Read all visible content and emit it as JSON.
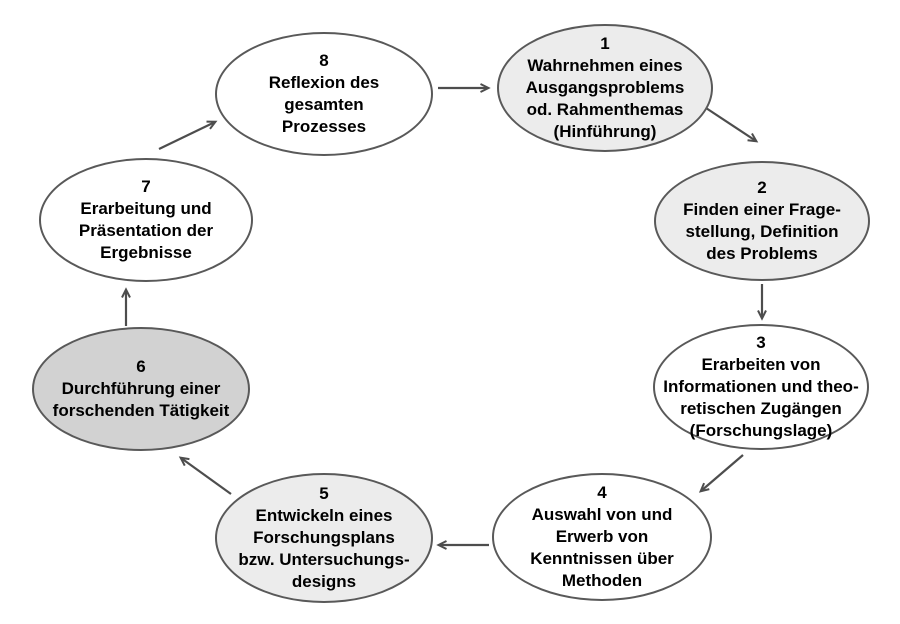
{
  "colors": {
    "stroke": "#595959",
    "arrow": "#4d4d4d",
    "text": "#000000",
    "fill_light": "#ececec",
    "fill_medium": "#d2d2d2",
    "fill_white": "#ffffff"
  },
  "nodes": [
    {
      "number": "1",
      "label": "Wahrnehmen eines\nAusgangsproblems\nod. Rahmenthemas\n(Hinführung)",
      "fill": "#ececec"
    },
    {
      "number": "2",
      "label": "Finden einer Frage-\nstellung, Definition\ndes Problems",
      "fill": "#ececec"
    },
    {
      "number": "3",
      "label": "Erarbeiten von\nInformationen und theo-\nretischen Zugängen\n(Forschungslage)",
      "fill": "#ffffff"
    },
    {
      "number": "4",
      "label": "Auswahl von und\nErwerb von\nKenntnissen über\nMethoden",
      "fill": "#ffffff"
    },
    {
      "number": "5",
      "label": "Entwickeln eines\nForschungsplans\nbzw. Untersuchungs-\ndesigns",
      "fill": "#ececec"
    },
    {
      "number": "6",
      "label": "Durchführung einer\nforschenden Tätigkeit",
      "fill": "#d2d2d2"
    },
    {
      "number": "7",
      "label": "Erarbeitung und\nPräsentation der\nErgebnisse",
      "fill": "#ffffff"
    },
    {
      "number": "8",
      "label": "Reflexion des\ngesamten\nProzesses",
      "fill": "#ffffff"
    }
  ]
}
